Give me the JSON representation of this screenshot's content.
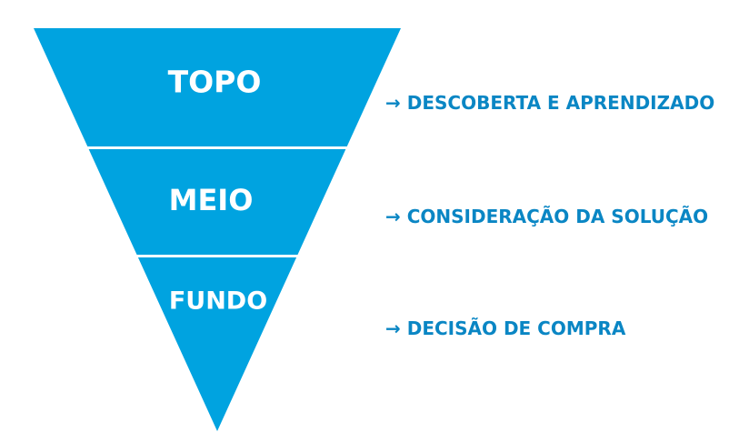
{
  "colors": {
    "funnel_fill": "#00a3e0",
    "separator": "#ffffff",
    "description_text": "#0a86c4"
  },
  "funnel": {
    "stages": [
      {
        "label": "TOPO",
        "description": "→ DESCOBERTA E APRENDIZADO"
      },
      {
        "label": "MEIO",
        "description": "→ CONSIDERAÇÃO DA SOLUÇÃO"
      },
      {
        "label": "FUNDO",
        "description": "→ DECISÃO DE COMPRA"
      }
    ]
  }
}
